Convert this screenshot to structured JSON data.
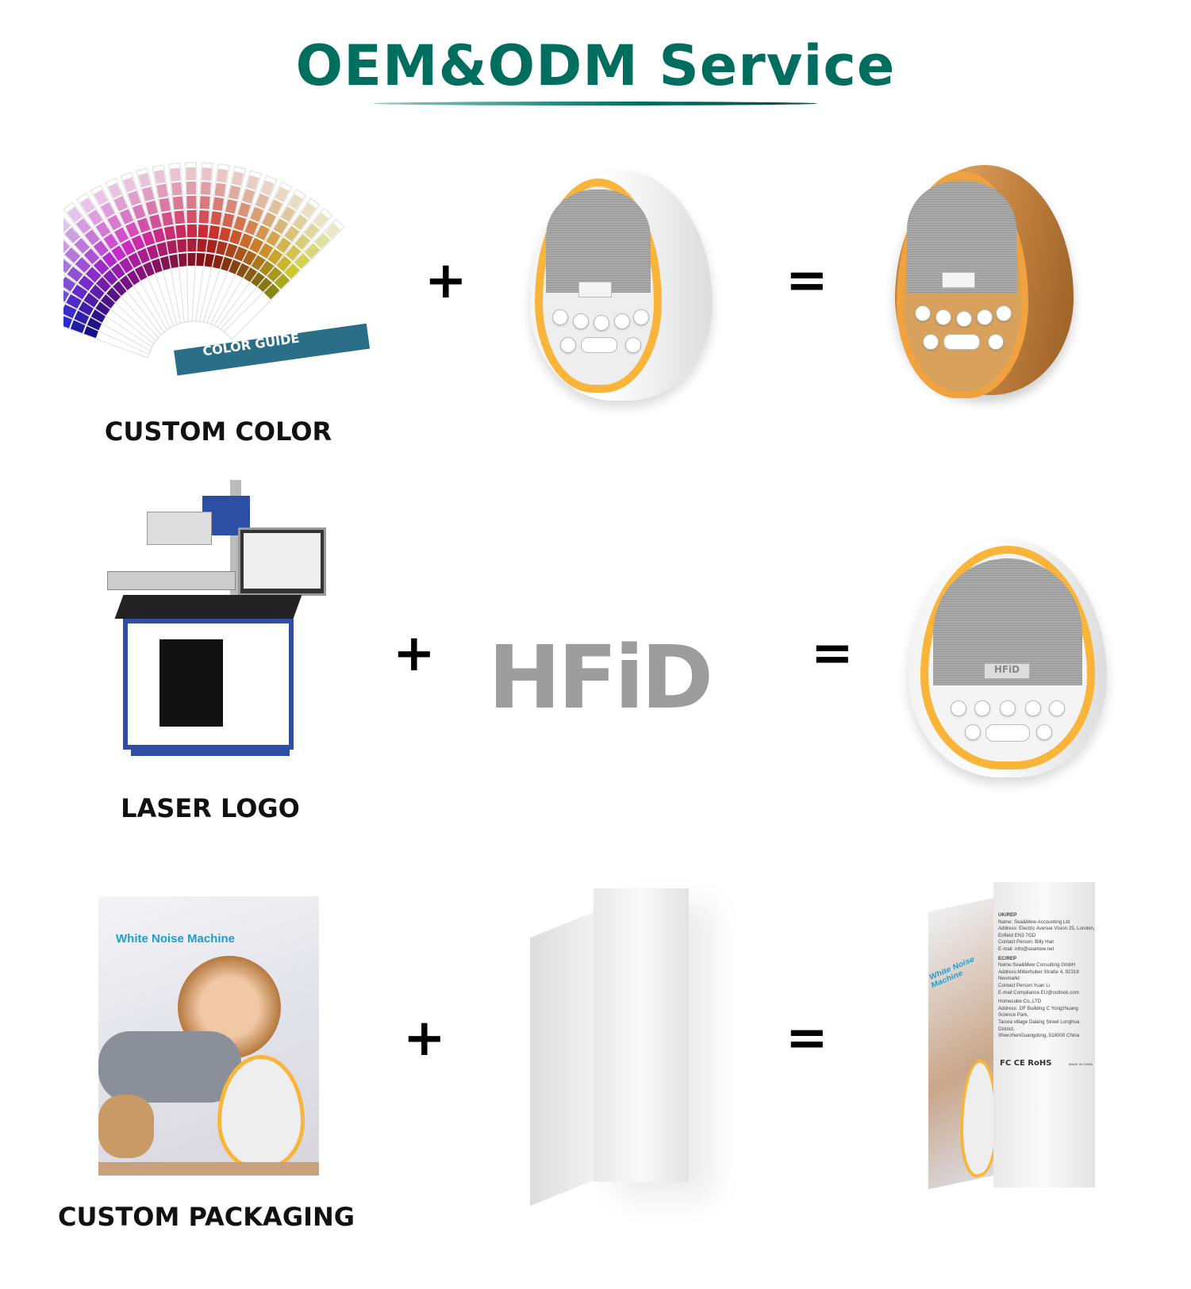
{
  "header": {
    "title": "OEM&ODM Service"
  },
  "rows": [
    {
      "label": "CUSTOM COLOR",
      "plus": "+",
      "equals": "=",
      "swatch_text": "COLOR GUIDE"
    },
    {
      "label": "LASER LOGO",
      "plus": "+",
      "equals": "=",
      "logo": "HFiD",
      "device_logo": "HFiD"
    },
    {
      "label": "CUSTOM PACKAGING",
      "plus": "+",
      "equals": "=",
      "cover_title": "White Noise Machine"
    }
  ],
  "box_text": {
    "side_title": "White Noise Machine",
    "lines": [
      "UK/REP",
      "Name: Sea&Mew Accounting Ltd",
      "Address: Electric Avenue Vision 25, London,",
      "Enfield EN3 7GD",
      "Contact Person: Billy Han",
      "E-mail: info@seamew.net",
      "EC/REP",
      "Name:Sea&Mew Consulting GmbH",
      "Address:Mitterhuber Straße 4, 92318 Neumarkt",
      "Contact Person:Yuan Li",
      "E-mail:Compliance.EU@outlook.com",
      "Homecube Co.,LTD",
      "Address: 2/F Building C Yongzhuang Science Park,",
      "Taoxia village Dalang Street Longhua District,",
      "ShenzhenGuangdong, 518000 China"
    ],
    "certs": "FC  CE  RoHS",
    "made_in": "MADE IN CHINA"
  },
  "colors": {
    "brand": "#006e5e",
    "accent": "#f8b53a"
  }
}
